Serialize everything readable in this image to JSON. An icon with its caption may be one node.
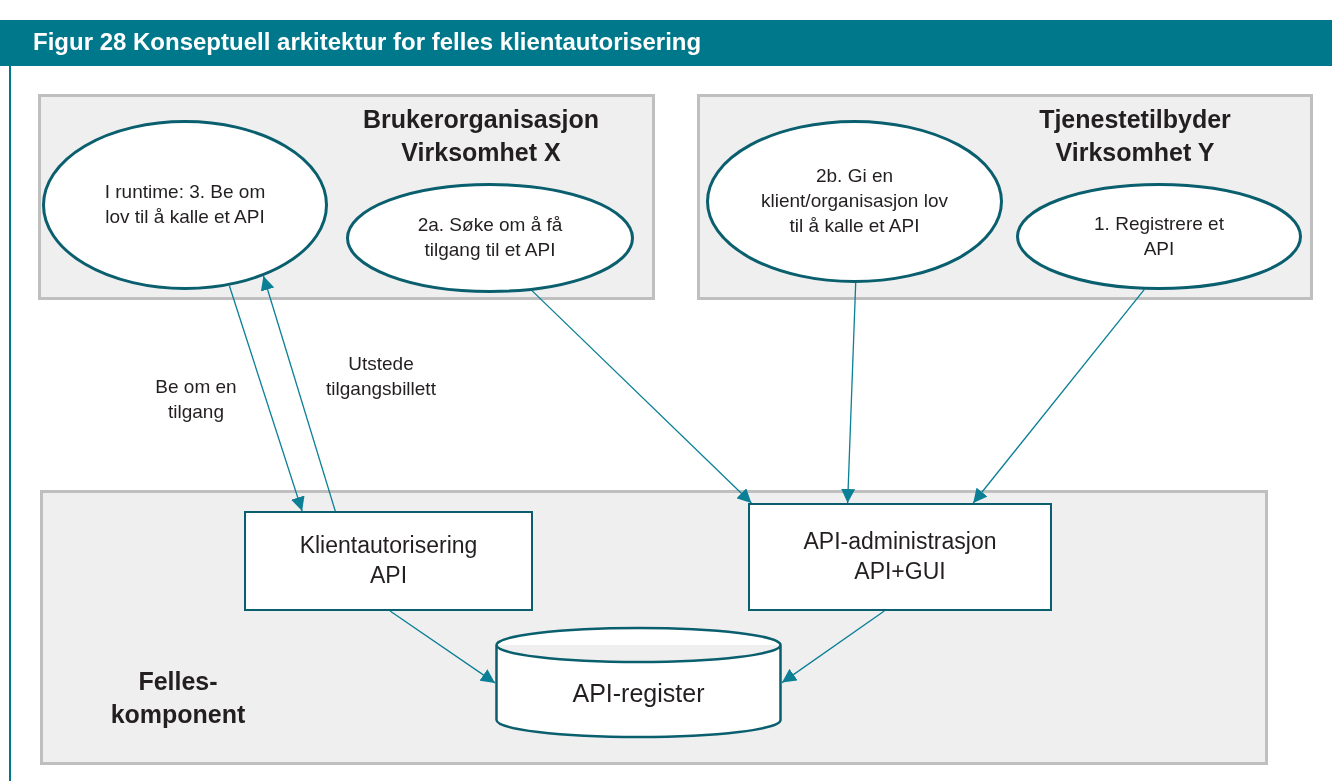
{
  "diagram": {
    "title": "Figur 28 Konseptuell arkitektur for felles klientautorisering",
    "nodes": [
      {
        "text": [
          "Brukerorganisasjon Virksomhet X"
        ]
      },
      {
        "text": [
          "I runtime: 3. Be om lov til å kalle et API"
        ],
        "in": 0
      },
      {
        "text": [
          "2a. Søke om å få tilgang til et API"
        ],
        "in": 0
      },
      {
        "text": [
          "Tjenestetilbyder Virksomhet Y"
        ]
      },
      {
        "text": [
          "2b. Gi en klient/organisasjon lov til å kalle et API"
        ],
        "in": 3
      },
      {
        "text": [
          "1. Registrere et API"
        ],
        "in": 3
      },
      {
        "text": [
          "Felles- komponent"
        ]
      },
      {
        "text": [
          "Klientautorisering API"
        ],
        "in": 6
      },
      {
        "text": [
          "API-administrasjon API+GUI"
        ],
        "in": 6
      },
      {
        "text": [
          "API-register"
        ],
        "in": 6
      }
    ],
    "edges": [
      {
        "from": 1,
        "to": 7,
        "arrow": "to",
        "label": "Be om en tilgang"
      },
      {
        "from": 7,
        "to": 1,
        "arrow": "to",
        "label": "Utstede tilgangsbillett"
      },
      {
        "from": 2,
        "to": 8,
        "arrow": "to"
      },
      {
        "from": 4,
        "to": 8,
        "arrow": "to"
      },
      {
        "from": 5,
        "to": 8,
        "arrow": "to"
      },
      {
        "from": 7,
        "to": 9,
        "arrow": "to"
      },
      {
        "from": 8,
        "to": 9,
        "arrow": "to"
      }
    ]
  }
}
